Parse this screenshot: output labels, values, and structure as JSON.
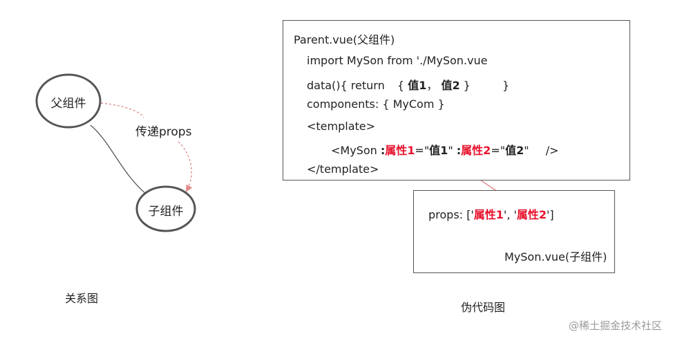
{
  "relation": {
    "parent_node": "父组件",
    "child_node": "子组件",
    "edge_label": "传递props",
    "caption": "关系图"
  },
  "parent_box": {
    "title": "Parent.vue(父组件)",
    "line_import": "import MySon from './MySon.vue",
    "line_data_prefix": "data(){ return",
    "line_data_open": "{",
    "line_data_val1": "值1",
    "line_data_comma": "，",
    "line_data_val2": "值2",
    "line_data_close": "}",
    "line_data_end": "}",
    "line_components": "components: { MyCom }",
    "line_template_open": "<template>",
    "line_myson_prefix": "<MySon",
    "line_myson_colon1": ":",
    "line_myson_attr1": "属性1",
    "line_myson_eq1": "=\"",
    "line_myson_val1": "值1",
    "line_myson_q1": "\"",
    "line_myson_colon2": ":",
    "line_myson_attr2": "属性2",
    "line_myson_eq2": "=\"",
    "line_myson_val2": "值2",
    "line_myson_q2": "\"",
    "line_myson_end": "/>",
    "line_template_close": "</template>"
  },
  "child_box": {
    "props_prefix": "props: ['",
    "props_attr1": "属性1",
    "props_sep": "', '",
    "props_attr2": "属性2",
    "props_suffix": "']",
    "footer": "MySon.vue(子组件)"
  },
  "code_caption": "伪代码图",
  "watermark": "@稀土掘金技术社区",
  "colors": {
    "highlight": "#e8102b",
    "arrow": "#e38a8a",
    "outline": "#555555"
  }
}
